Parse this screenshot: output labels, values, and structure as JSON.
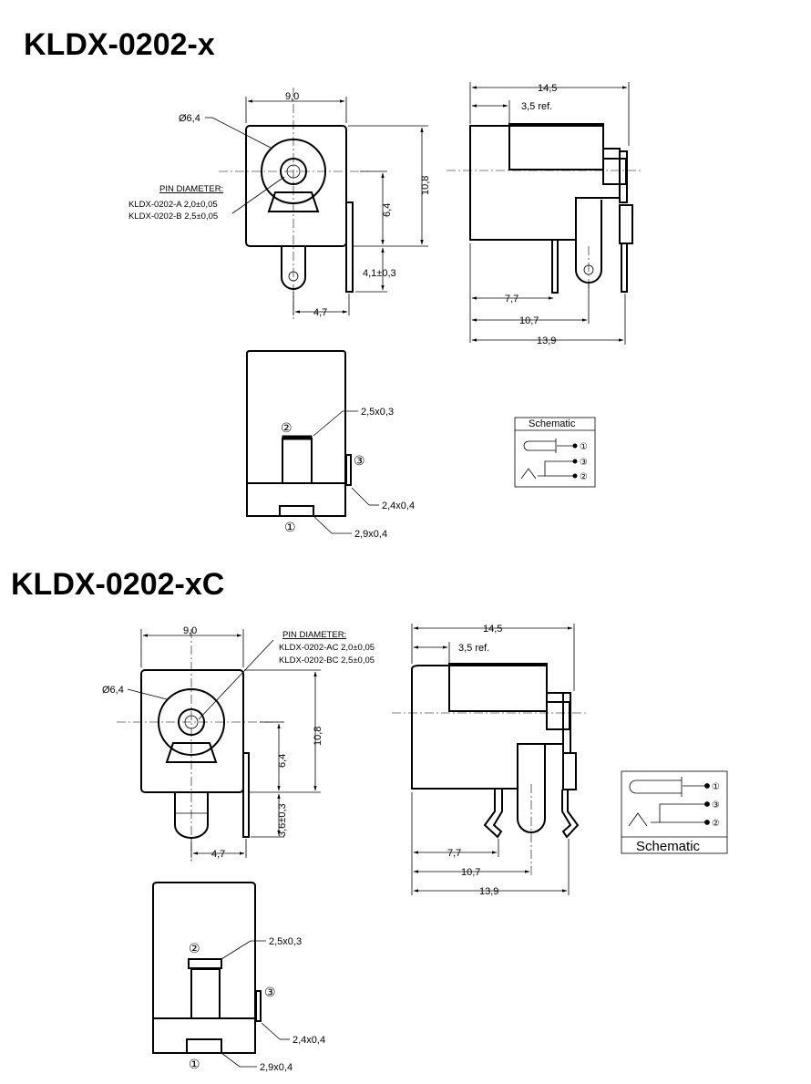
{
  "section1": {
    "title": "KLDX-0202-x",
    "front": {
      "width": "9,0",
      "hole": "Ø6,4",
      "height": "10,8",
      "center_h": "6,4",
      "tab": "4,1±0,3",
      "offset": "4,7"
    },
    "pin_diameter": {
      "heading": "PIN DIAMETER:",
      "row_a": "KLDX-0202-A 2,0±0,05",
      "row_b": "KLDX-0202-B 2,5±0,05"
    },
    "side": {
      "length": "14,5",
      "ref": "3,5 ref.",
      "d1": "7,7",
      "d2": "10,7",
      "d3": "13,9"
    },
    "bottom": {
      "pin2": "2,5x0,3",
      "pin3": "2,4x0,4",
      "pin1": "2,9x0,4"
    },
    "schematic": {
      "label": "Schematic"
    }
  },
  "section2": {
    "title": "KLDX-0202-xC",
    "front": {
      "width": "9,0",
      "hole": "Ø6,4",
      "height": "10,8",
      "center_h": "6,4",
      "tab": "3,6±0,3",
      "offset": "4,7"
    },
    "pin_diameter": {
      "heading": "PIN DIAMETER:",
      "row_a": "KLDX-0202-AC 2,0±0,05",
      "row_b": "KLDX-0202-BC 2,5±0,05"
    },
    "side": {
      "length": "14,5",
      "ref": "3,5 ref.",
      "d1": "7,7",
      "d2": "10,7",
      "d3": "13,9"
    },
    "bottom": {
      "pin2": "2,5x0,3",
      "pin3": "2,4x0,4",
      "pin1": "2,9x0,4"
    },
    "schematic": {
      "label": "Schematic"
    }
  },
  "pins": {
    "p1": "①",
    "p2": "②",
    "p3": "③"
  }
}
